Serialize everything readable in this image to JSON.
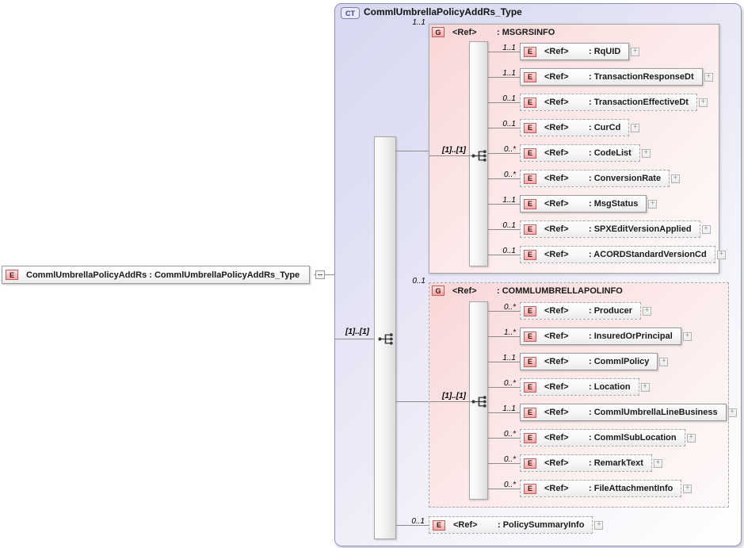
{
  "root_element": {
    "badge": "E",
    "label": "CommlUmbrellaPolicyAddRs : CommlUmbrellaPolicyAddRs_Type"
  },
  "complex_type": {
    "badge": "CT",
    "title": "CommlUmbrellaPolicyAddRs_Type",
    "sequence_label": "[1]..[1]",
    "groups": [
      {
        "badge": "G",
        "ref": "<Ref>",
        "name": ": MSGRSINFO",
        "cardinality": "1..1",
        "optional": false,
        "sequence_label": "[1]..[1]",
        "items": [
          {
            "badge": "E",
            "ref": "<Ref>",
            "name": ": RqUID",
            "cardinality": "1..1",
            "optional": false
          },
          {
            "badge": "E",
            "ref": "<Ref>",
            "name": ": TransactionResponseDt",
            "cardinality": "1..1",
            "optional": false
          },
          {
            "badge": "E",
            "ref": "<Ref>",
            "name": ": TransactionEffectiveDt",
            "cardinality": "0..1",
            "optional": true
          },
          {
            "badge": "E",
            "ref": "<Ref>",
            "name": ": CurCd",
            "cardinality": "0..1",
            "optional": true
          },
          {
            "badge": "E",
            "ref": "<Ref>",
            "name": ": CodeList",
            "cardinality": "0..*",
            "optional": true
          },
          {
            "badge": "E",
            "ref": "<Ref>",
            "name": ": ConversionRate",
            "cardinality": "0..*",
            "optional": true
          },
          {
            "badge": "E",
            "ref": "<Ref>",
            "name": ": MsgStatus",
            "cardinality": "1..1",
            "optional": false
          },
          {
            "badge": "E",
            "ref": "<Ref>",
            "name": ": SPXEditVersionApplied",
            "cardinality": "0..1",
            "optional": true
          },
          {
            "badge": "E",
            "ref": "<Ref>",
            "name": ": ACORDStandardVersionCd",
            "cardinality": "0..1",
            "optional": true
          }
        ]
      },
      {
        "badge": "G",
        "ref": "<Ref>",
        "name": ": COMMLUMBRELLAPOLINFO",
        "cardinality": "0..1",
        "optional": true,
        "sequence_label": "[1]..[1]",
        "items": [
          {
            "badge": "E",
            "ref": "<Ref>",
            "name": ": Producer",
            "cardinality": "0..*",
            "optional": true
          },
          {
            "badge": "E",
            "ref": "<Ref>",
            "name": ": InsuredOrPrincipal",
            "cardinality": "1..*",
            "optional": false
          },
          {
            "badge": "E",
            "ref": "<Ref>",
            "name": ": CommlPolicy",
            "cardinality": "1..1",
            "optional": false
          },
          {
            "badge": "E",
            "ref": "<Ref>",
            "name": ": Location",
            "cardinality": "0..*",
            "optional": true
          },
          {
            "badge": "E",
            "ref": "<Ref>",
            "name": ": CommlUmbrellaLineBusiness",
            "cardinality": "1..1",
            "optional": false
          },
          {
            "badge": "E",
            "ref": "<Ref>",
            "name": ": CommlSubLocation",
            "cardinality": "0..*",
            "optional": true
          },
          {
            "badge": "E",
            "ref": "<Ref>",
            "name": ": RemarkText",
            "cardinality": "0..*",
            "optional": true
          },
          {
            "badge": "E",
            "ref": "<Ref>",
            "name": ": FileAttachmentInfo",
            "cardinality": "0..*",
            "optional": true
          }
        ]
      }
    ],
    "extra_items": [
      {
        "badge": "E",
        "ref": "<Ref>",
        "name": ": PolicySummaryInfo",
        "cardinality": "0..1",
        "optional": true
      }
    ]
  },
  "icons": {
    "expand_button": "+",
    "sequence_icon": "sequence-compositor",
    "collapse_handle": "minus"
  },
  "colors": {
    "container_border": "#9191bd",
    "container_fill": "#d7d7f0",
    "group_fill": "#f9d6d6",
    "element_border": "#9b9b9b",
    "badge_border": "#bf5f5f",
    "badge_fill": "#f3a6a6"
  }
}
